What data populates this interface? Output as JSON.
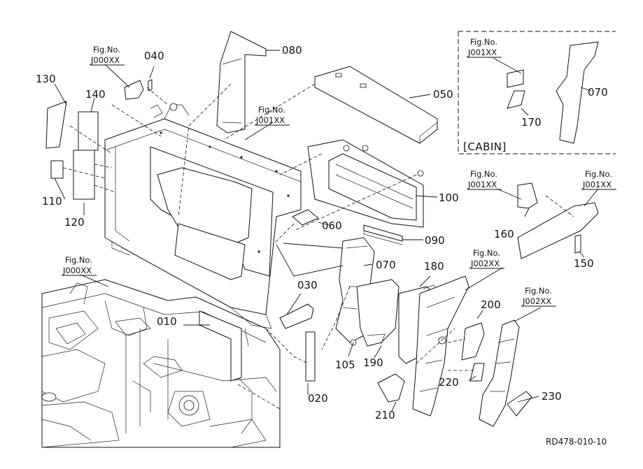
{
  "diagram": {
    "parts": {
      "p010": "010",
      "p020": "020",
      "p030": "030",
      "p040": "040",
      "p050": "050",
      "p060": "060",
      "p070": "070",
      "p070c": "070",
      "p080": "080",
      "p090": "090",
      "p100": "100",
      "p105": "105",
      "p110": "110",
      "p120": "120",
      "p130": "130",
      "p140": "140",
      "p150": "150",
      "p160": "160",
      "p170": "170",
      "p180": "180",
      "p190": "190",
      "p200": "200",
      "p210": "210",
      "p220": "220",
      "p230": "230"
    },
    "fig_refs": {
      "label": "Fig.No.",
      "r1": "J000XX",
      "r2": "J001XX",
      "r3": "J001XX",
      "r4": "J001XX",
      "r5": "J001XX",
      "r6": "J000XX",
      "r7": "J002XX",
      "r8": "J002XX"
    },
    "cabin_label": "[CABIN]",
    "drawing_code": "RD478-010-10"
  }
}
